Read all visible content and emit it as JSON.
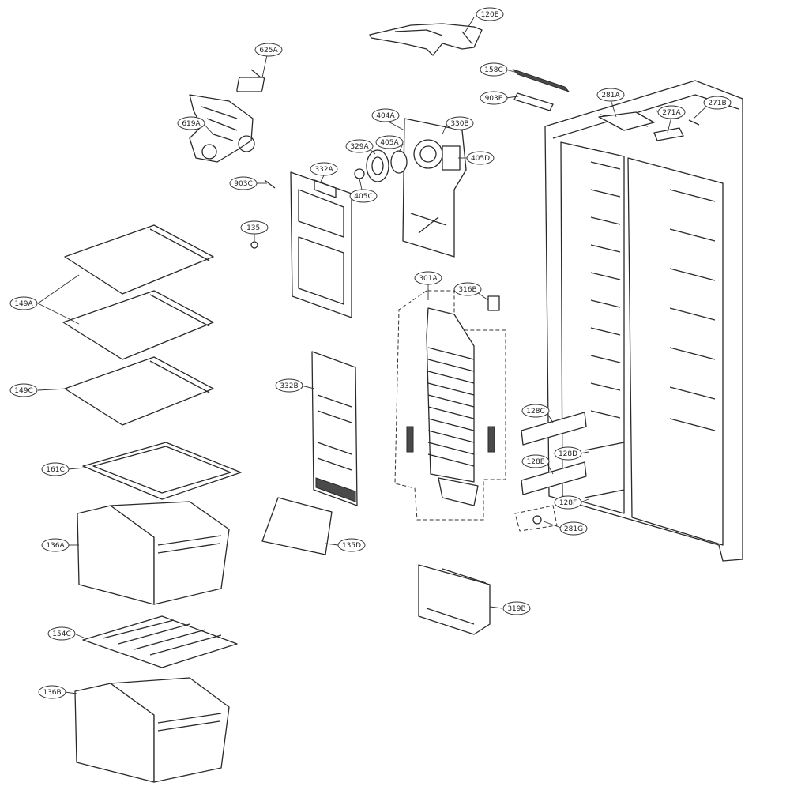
{
  "diagram": {
    "callouts": [
      {
        "id": "120e",
        "label": "120E"
      },
      {
        "id": "625a",
        "label": "625A"
      },
      {
        "id": "158c",
        "label": "158C"
      },
      {
        "id": "903e",
        "label": "903E"
      },
      {
        "id": "281a",
        "label": "281A"
      },
      {
        "id": "271a",
        "label": "271A"
      },
      {
        "id": "271b",
        "label": "271B"
      },
      {
        "id": "619a",
        "label": "619A"
      },
      {
        "id": "404a",
        "label": "404A"
      },
      {
        "id": "330b",
        "label": "330B"
      },
      {
        "id": "329a",
        "label": "329A"
      },
      {
        "id": "405a",
        "label": "405A"
      },
      {
        "id": "405d",
        "label": "405D"
      },
      {
        "id": "332a",
        "label": "332A"
      },
      {
        "id": "903c",
        "label": "903C"
      },
      {
        "id": "405c",
        "label": "405C"
      },
      {
        "id": "135j",
        "label": "135J"
      },
      {
        "id": "301a",
        "label": "301A"
      },
      {
        "id": "316b",
        "label": "316B"
      },
      {
        "id": "149a",
        "label": "149A"
      },
      {
        "id": "149c",
        "label": "149C"
      },
      {
        "id": "332b",
        "label": "332B"
      },
      {
        "id": "128c",
        "label": "128C"
      },
      {
        "id": "128d",
        "label": "128D"
      },
      {
        "id": "128e",
        "label": "128E"
      },
      {
        "id": "161c",
        "label": "161C"
      },
      {
        "id": "128f",
        "label": "128F"
      },
      {
        "id": "281g",
        "label": "281G"
      },
      {
        "id": "135d",
        "label": "135D"
      },
      {
        "id": "136a",
        "label": "136A"
      },
      {
        "id": "319b",
        "label": "319B"
      },
      {
        "id": "154c",
        "label": "154C"
      },
      {
        "id": "136b",
        "label": "136B"
      }
    ]
  }
}
